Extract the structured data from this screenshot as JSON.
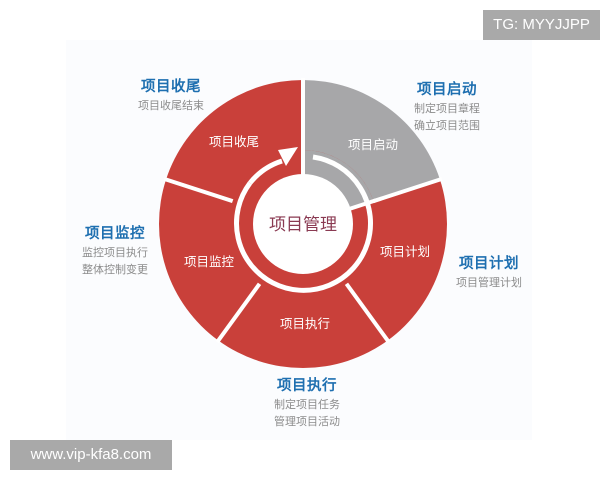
{
  "diagram": {
    "center_label": "项目管理",
    "colors": {
      "segment_red": "#c9403a",
      "segment_gray": "#a7a7a9",
      "callout_title": "#1e6fb0",
      "callout_desc": "#8c8c8c",
      "center_text": "#8a3a52",
      "watermark_bg": "#a9a9a9"
    },
    "segments": [
      {
        "label": "项目启动",
        "color": "gray"
      },
      {
        "label": "项目计划",
        "color": "red"
      },
      {
        "label": "项目执行",
        "color": "red"
      },
      {
        "label": "项目监控",
        "color": "red"
      },
      {
        "label": "项目收尾",
        "color": "red"
      }
    ],
    "callouts": {
      "start": {
        "title": "项目启动",
        "lines": [
          "制定项目章程",
          "确立项目范围"
        ]
      },
      "plan": {
        "title": "项目计划",
        "lines": [
          "项目管理计划"
        ]
      },
      "execute": {
        "title": "项目执行",
        "lines": [
          "制定项目任务",
          "管理项目活动"
        ]
      },
      "monitor": {
        "title": "项目监控",
        "lines": [
          "监控项目执行",
          "整体控制变更"
        ]
      },
      "close": {
        "title": "项目收尾",
        "lines": [
          "项目收尾结束"
        ]
      }
    }
  },
  "watermarks": {
    "top_right": "TG: MYYJJPP",
    "bottom_left": "www.vip-kfa8.com"
  }
}
